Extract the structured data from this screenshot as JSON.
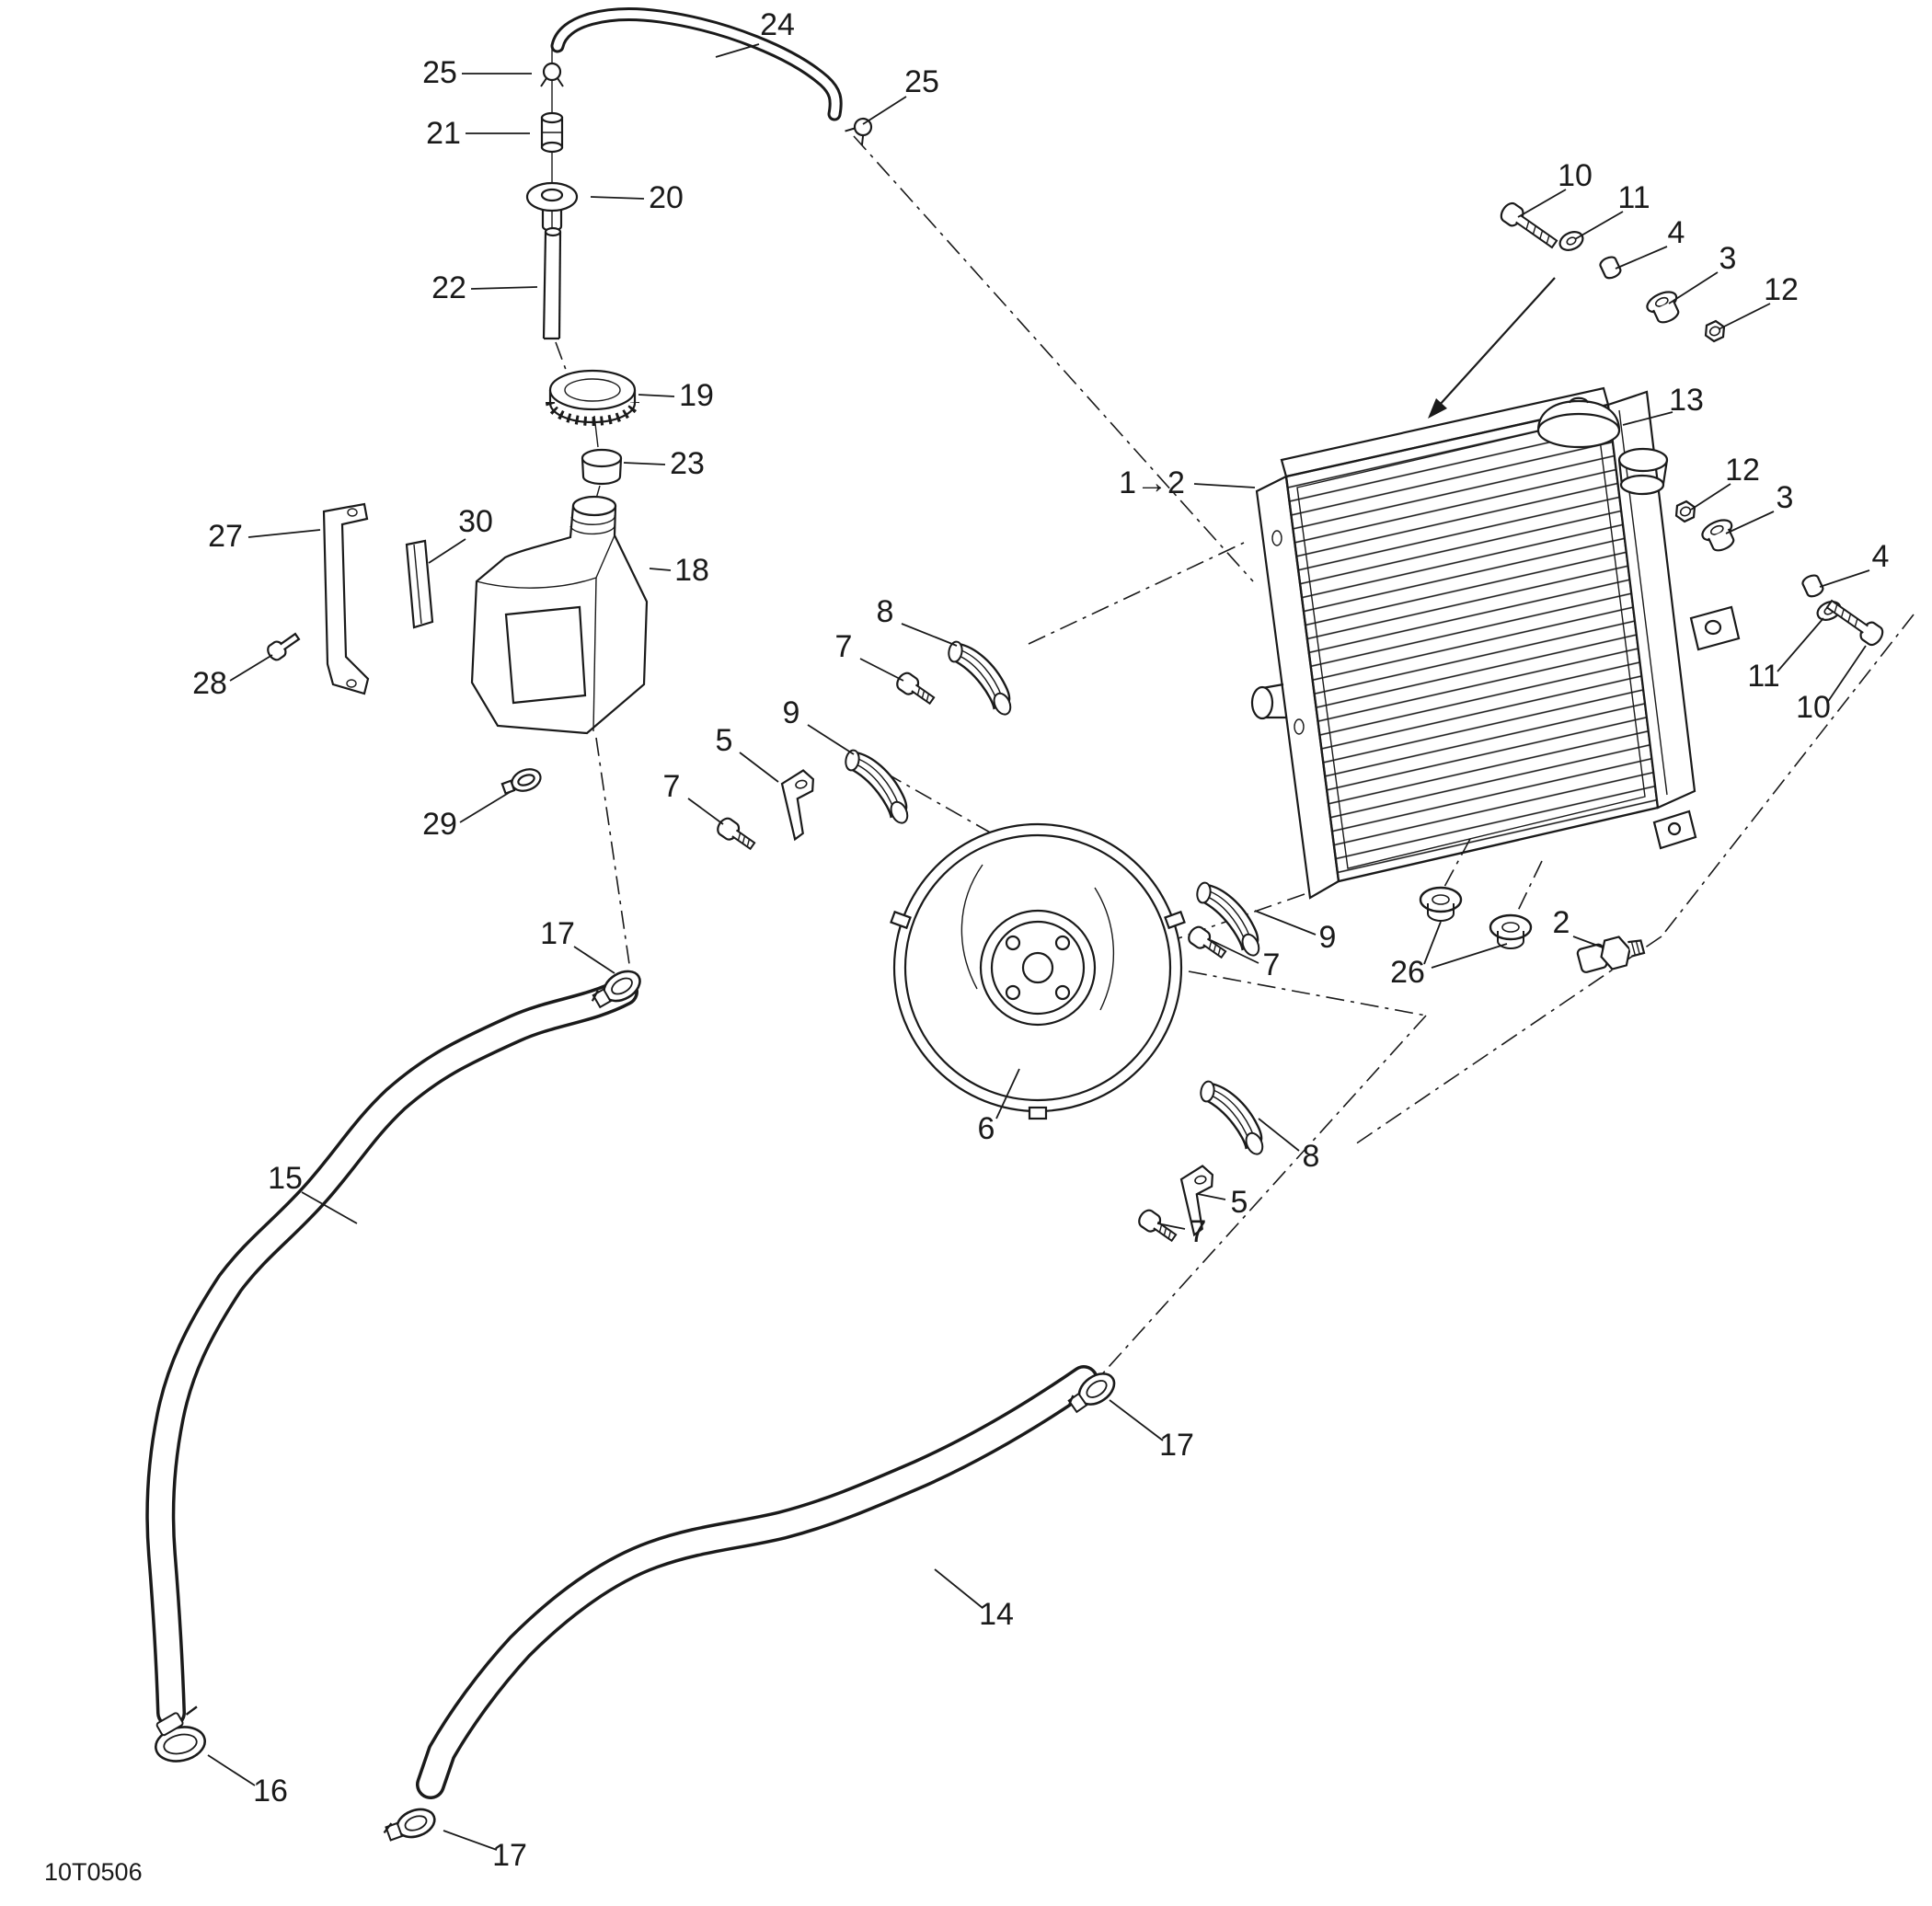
{
  "diagram": {
    "code": "10T0506"
  },
  "colors": {
    "line": "#1a1a1a",
    "background": "#ffffff"
  },
  "callouts": [
    {
      "label": "24"
    },
    {
      "label": "25"
    },
    {
      "label": "25"
    },
    {
      "label": "21"
    },
    {
      "label": "20"
    },
    {
      "label": "22"
    },
    {
      "label": "19"
    },
    {
      "label": "23"
    },
    {
      "label": "27"
    },
    {
      "label": "30"
    },
    {
      "label": "18"
    },
    {
      "label": "28"
    },
    {
      "label": "29"
    },
    {
      "label": "1→2"
    },
    {
      "label": "10"
    },
    {
      "label": "11"
    },
    {
      "label": "4"
    },
    {
      "label": "3"
    },
    {
      "label": "12"
    },
    {
      "label": "13"
    },
    {
      "label": "12"
    },
    {
      "label": "3"
    },
    {
      "label": "4"
    },
    {
      "label": "11"
    },
    {
      "label": "10"
    },
    {
      "label": "8"
    },
    {
      "label": "7"
    },
    {
      "label": "9"
    },
    {
      "label": "5"
    },
    {
      "label": "7"
    },
    {
      "label": "6"
    },
    {
      "label": "9"
    },
    {
      "label": "7"
    },
    {
      "label": "26"
    },
    {
      "label": "2"
    },
    {
      "label": "8"
    },
    {
      "label": "5"
    },
    {
      "label": "7"
    },
    {
      "label": "17"
    },
    {
      "label": "15"
    },
    {
      "label": "16"
    },
    {
      "label": "17"
    },
    {
      "label": "14"
    },
    {
      "label": "17"
    }
  ]
}
